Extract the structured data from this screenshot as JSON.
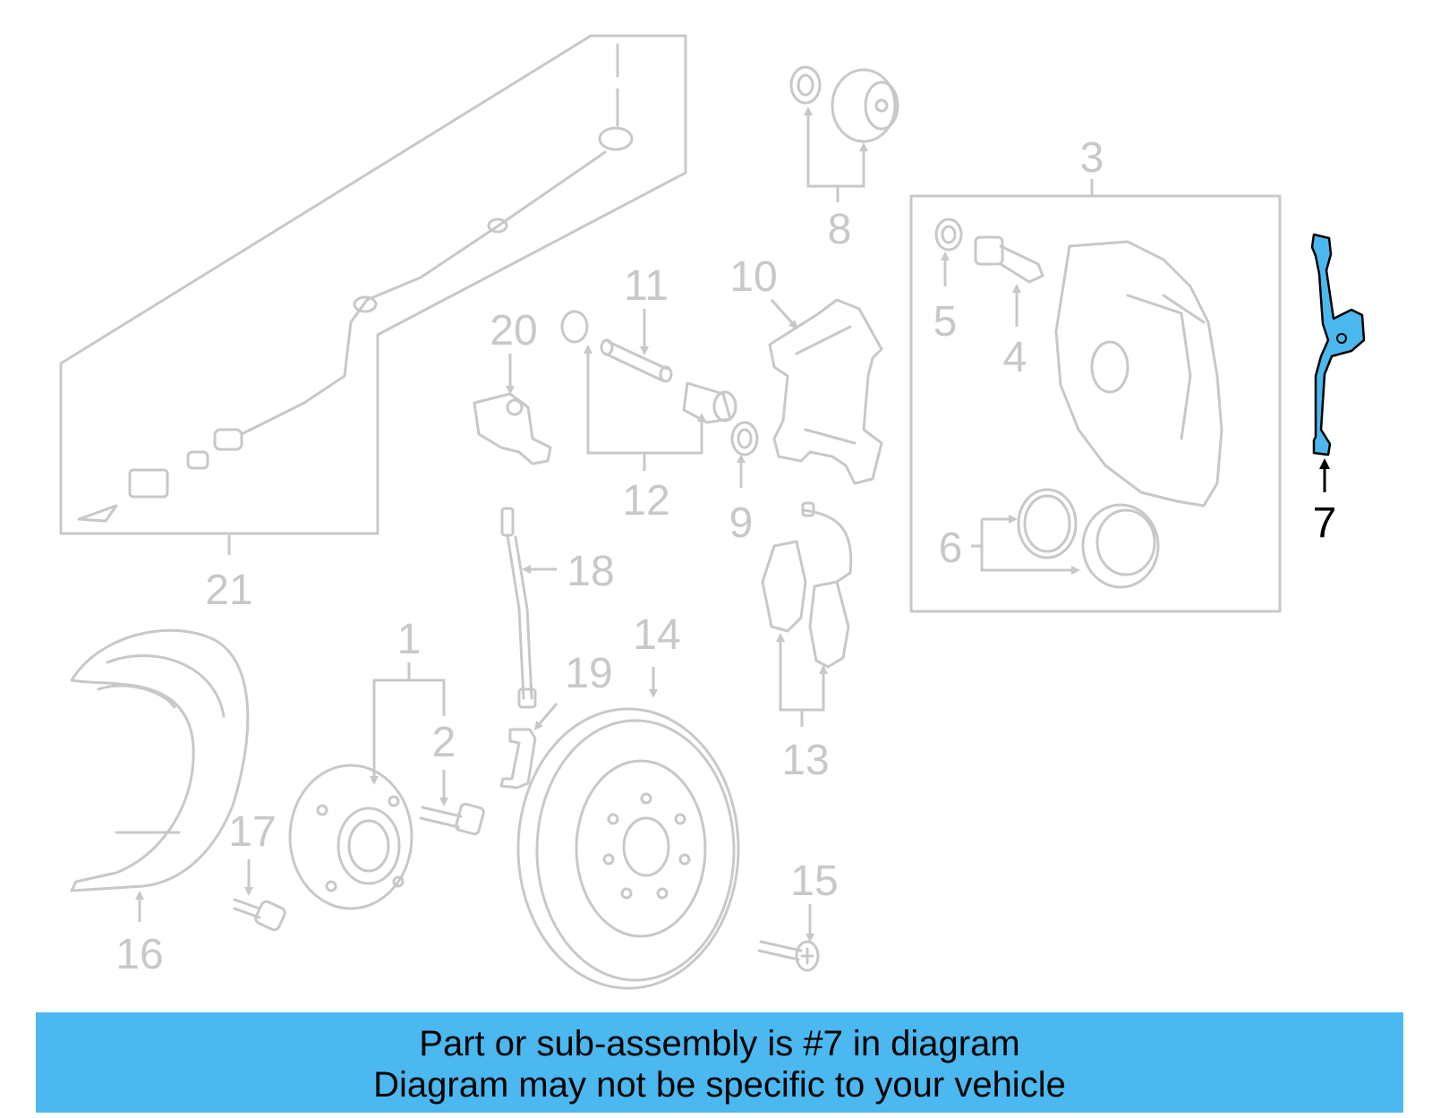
{
  "highlight_color": "#4bb8ef",
  "part_color": "#c8c8c8",
  "callouts": {
    "c1": "1",
    "c2": "2",
    "c3": "3",
    "c4": "4",
    "c5": "5",
    "c6": "6",
    "c7": "7",
    "c8": "8",
    "c9": "9",
    "c10": "10",
    "c11": "11",
    "c12": "12",
    "c13": "13",
    "c14": "14",
    "c15": "15",
    "c16": "16",
    "c17": "17",
    "c18": "18",
    "c19": "19",
    "c20": "20",
    "c21": "21"
  },
  "highlighted_part": "7",
  "banner": {
    "line1": "Part or sub-assembly is #7 in diagram",
    "line2": "Diagram may not be specific to your vehicle"
  }
}
